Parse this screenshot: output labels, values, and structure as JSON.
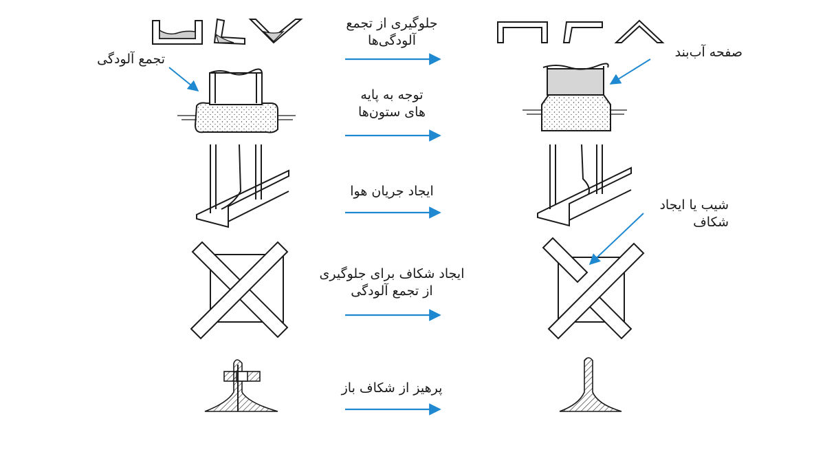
{
  "labels": {
    "row1": [
      "جلوگیری از تجمع",
      "آلودگی‌ها"
    ],
    "row2": [
      "توجه به پایه",
      "های ستون‌ها"
    ],
    "row3": [
      "ایجاد جریان هوا"
    ],
    "row4": [
      "ایجاد شکاف برای جلوگیری",
      "از تجمع آلودگی"
    ],
    "row5": [
      "پرهیز از شکاف باز"
    ]
  },
  "callouts": {
    "dirt": "تجمع آلودگی",
    "seal": "صفحه آب‌بند",
    "slope": [
      "شیب یا ایجاد",
      "شکاف"
    ]
  },
  "colors": {
    "arrow": "#1e88d0",
    "line": "#1a1a1a",
    "dirt": "#cfcfcf"
  }
}
